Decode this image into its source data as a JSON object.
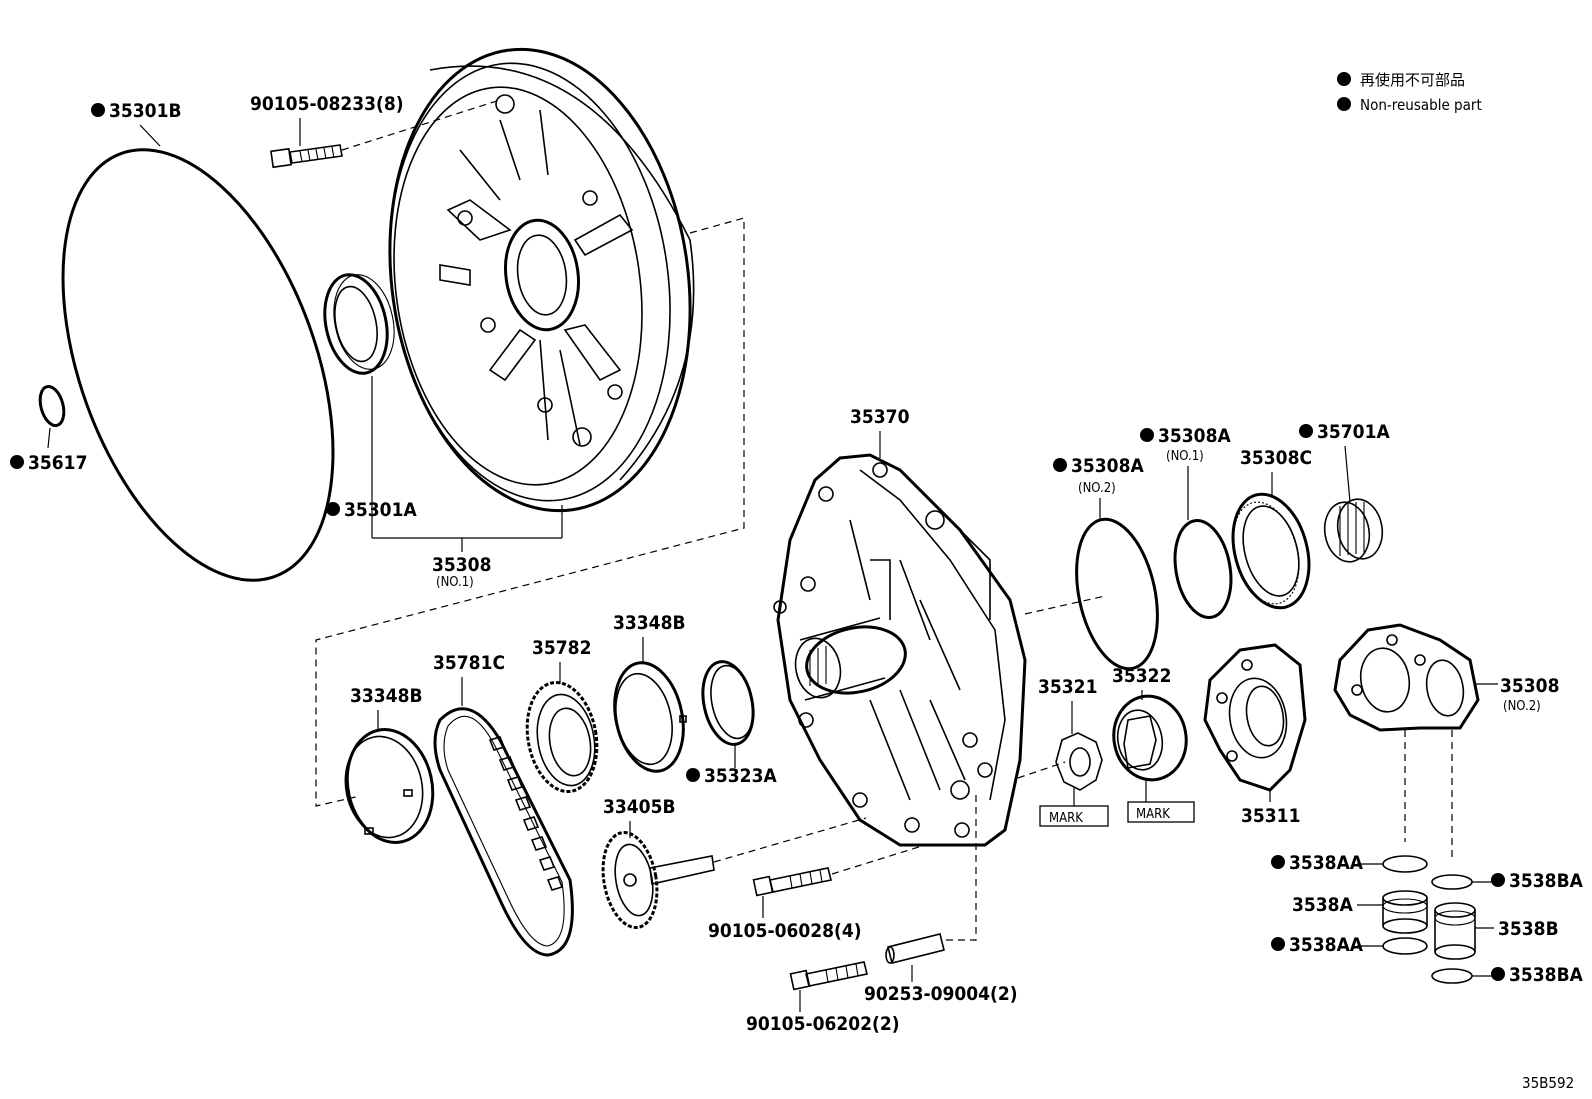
{
  "diagram_code": "35B592",
  "legend": {
    "items": [
      {
        "text": "再使用不可部品"
      },
      {
        "text": "Non-reusable part"
      }
    ]
  },
  "labels": {
    "p35301B": "35301B",
    "p90105_08233": "90105-08233(8)",
    "p35617": "35617",
    "p35301A": "35301A",
    "p35308_no1": "35308",
    "p35308_no1_sub": "(NO.1)",
    "p35370": "35370",
    "p35308A_no2": "35308A",
    "p35308A_no2_sub": "(NO.2)",
    "p35308A_no1": "35308A",
    "p35308A_no1_sub": "(NO.1)",
    "p35308C": "35308C",
    "p35701A": "35701A",
    "p33348B_left": "33348B",
    "p35781C": "35781C",
    "p35782": "35782",
    "p33348B_right": "33348B",
    "p35323A": "35323A",
    "p33405B": "33405B",
    "p35321": "35321",
    "p35322": "35322",
    "p35311": "35311",
    "p35308_no2": "35308",
    "p35308_no2_sub": "(NO.2)",
    "p90105_06028": "90105-06028(4)",
    "p90253_09004": "90253-09004(2)",
    "p90105_06202": "90105-06202(2)",
    "p3538AA_top": "3538AA",
    "p3538BA_top": "3538BA",
    "p3538A": "3538A",
    "p3538B": "3538B",
    "p3538AA_bottom": "3538AA",
    "p3538BA_bottom": "3538BA",
    "mark_left": "MARK",
    "mark_right": "MARK"
  }
}
